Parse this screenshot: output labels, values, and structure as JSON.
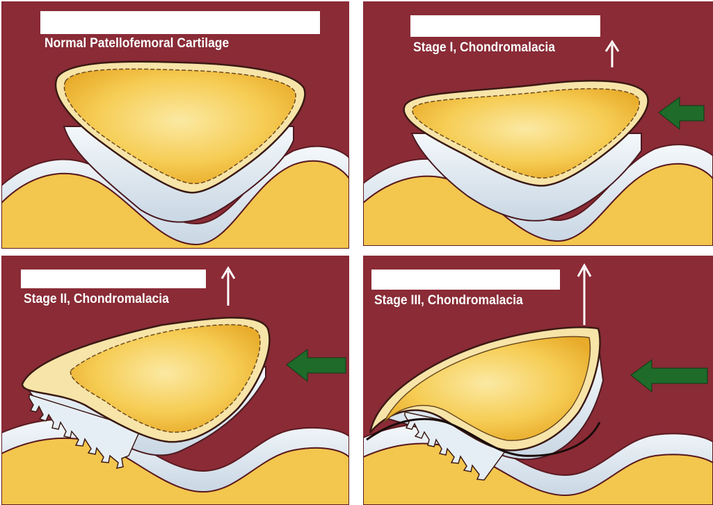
{
  "panels": [
    {
      "caption": "Normal Patellofemoral Cartilage",
      "label_box": ""
    },
    {
      "caption": "Stage I, Chondromalacia",
      "label_box": ""
    },
    {
      "caption": "Stage II, Chondromalacia",
      "label_box": ""
    },
    {
      "caption": "Stage III, Chondromalacia",
      "label_box": ""
    }
  ],
  "colors": {
    "background_tissue": "#8a2b36",
    "cartilage_yellow": "#f6c84a",
    "cartilage_rim": "#f7e4a8",
    "bone_blue_white": "#e6eef5",
    "pressure_arrow": "#1e6b2a",
    "lift_arrow": "#ffffff"
  },
  "icons": [
    "green-pressure-arrow-icon",
    "white-up-arrow-icon"
  ]
}
